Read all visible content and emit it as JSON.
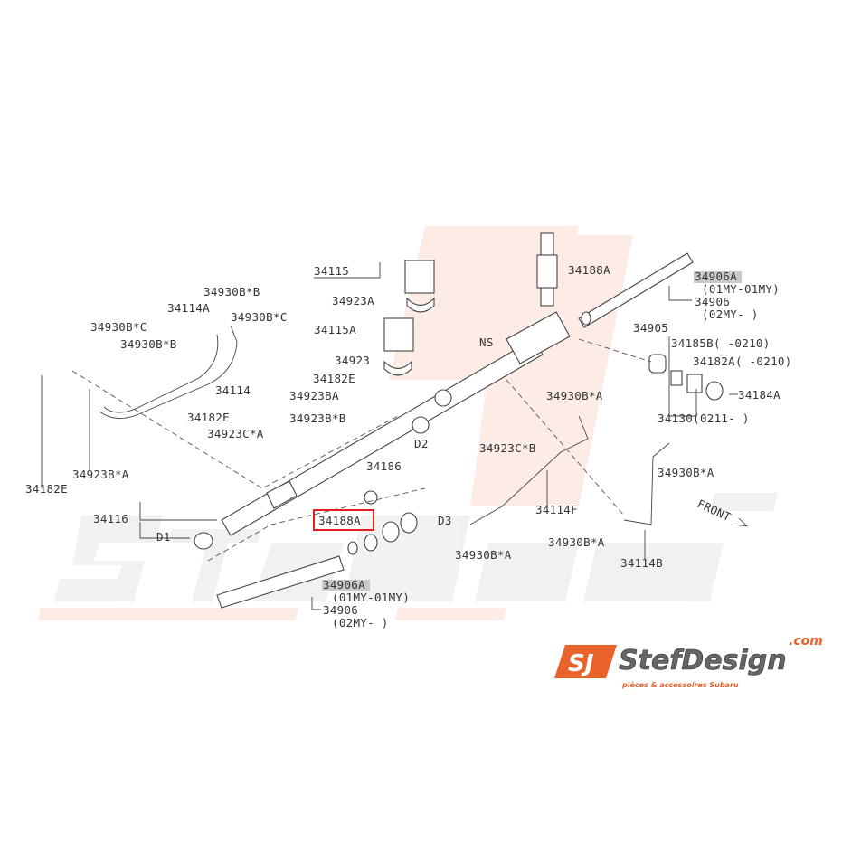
{
  "watermark": {
    "brand": "StefDesign",
    "tld": ".com",
    "tagline": "pièces & accessoires Subaru",
    "mark": "SJ"
  },
  "logo": {
    "brand": "StefDesign",
    "tld": ".com",
    "tagline": "pièces & accessoires Subaru",
    "mark": "SJ",
    "accent": "#e8622a"
  },
  "labels": {
    "l34115": "34115",
    "l34923A": "34923A",
    "l34115A": "34115A",
    "l34923": "34923",
    "l34188A_top": "34188A",
    "l34906A_top": "34906A",
    "l01my_top": "(01MY-01MY)",
    "l34906_top": "34906",
    "l02my_top": "(02MY-     )",
    "lNS": "NS",
    "l34905": "34905",
    "l34185B": "34185B(   -0210)",
    "l34182A": "34182A(   -0210)",
    "l34184A": "34184A",
    "l34130": "34130(0211-    )",
    "l34930BA_mid": "34930B*A",
    "l34923CB": "34923C*B",
    "l34930BA_right": "34930B*A",
    "l34114F": "34114F",
    "l34930BB_top": "34930B*B",
    "l34114A": "34114A",
    "l34930BC_top": "34930B*C",
    "l34930BC_left": "34930B*C",
    "l34930BB_left": "34930B*B",
    "l34114": "34114",
    "l34182E_a": "34182E",
    "l34923BA": "34923BA",
    "l34923BB": "34923B*B",
    "l34182E_b": "34182E",
    "l34923CA": "34923C*A",
    "l34923BA_left": "34923B*A",
    "l34182E_c": "34182E",
    "l34186": "34186",
    "lD2": "D2",
    "l34116": "34116",
    "lD1": "D1",
    "l34188A_box": "34188A",
    "lD3": "D3",
    "l34930BA_bot": "34930B*A",
    "l34930BA_bot2": "34930B*A",
    "l34114B": "34114B",
    "l34906A_bot": "34906A",
    "l01my_bot": "(01MY-01MY)",
    "l34906_bot": "34906",
    "l02my_bot": "(02MY-     )",
    "front": "FRONT"
  },
  "highlight_color": "#e02020"
}
